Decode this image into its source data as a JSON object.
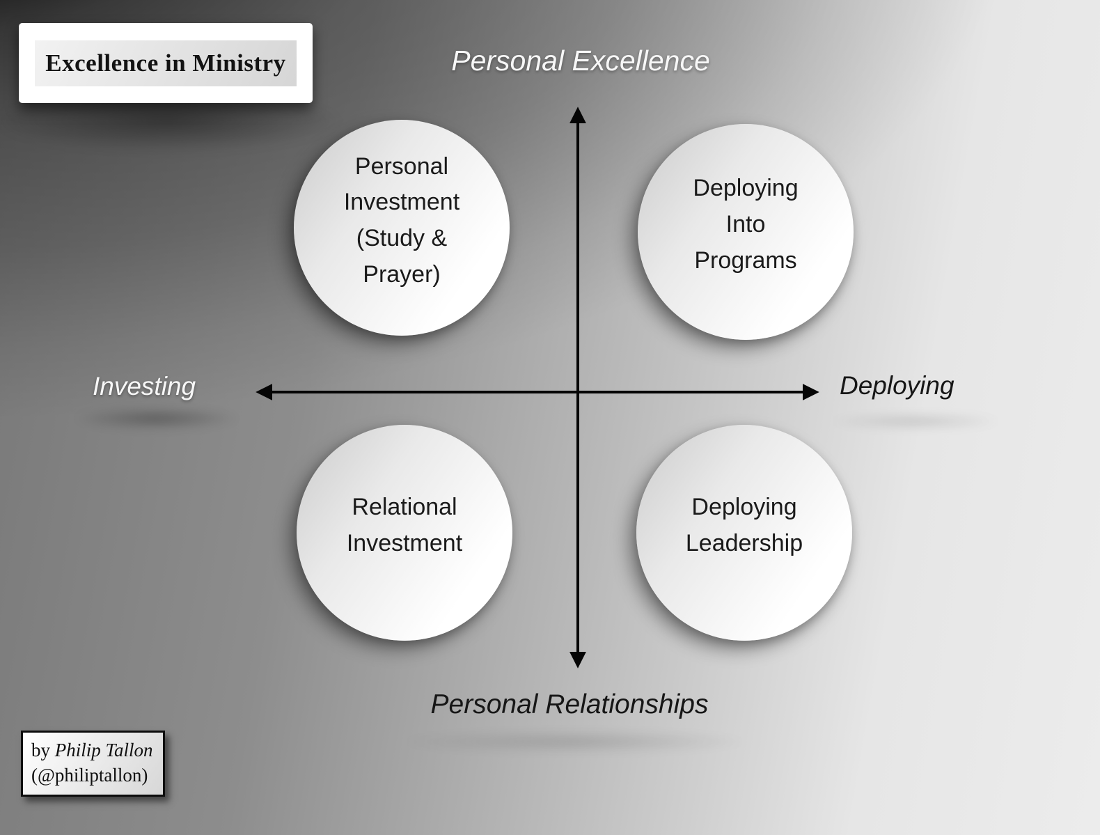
{
  "title": "Excellence in Ministry",
  "axes": {
    "top_label": "Personal Excellence",
    "bottom_label": "Personal Relationships",
    "left_label": "Investing",
    "right_label": "Deploying"
  },
  "quadrants": {
    "top_left": "Personal\nInvestment\n(Study &\nPrayer)",
    "top_right": "Deploying\nInto\nPrograms",
    "bottom_left": "Relational\nInvestment",
    "bottom_right": "Deploying\nLeadership"
  },
  "attribution": {
    "prefix": "by ",
    "name": "Philip Tallon",
    "handle": "(@philiptallon)"
  },
  "colors": {
    "axis_line": "#050505",
    "light_label": "#f7f7f7",
    "dark_label": "#161616",
    "background_dark_corner": "#0a0a0a",
    "background_light_corner": "#ececec"
  }
}
